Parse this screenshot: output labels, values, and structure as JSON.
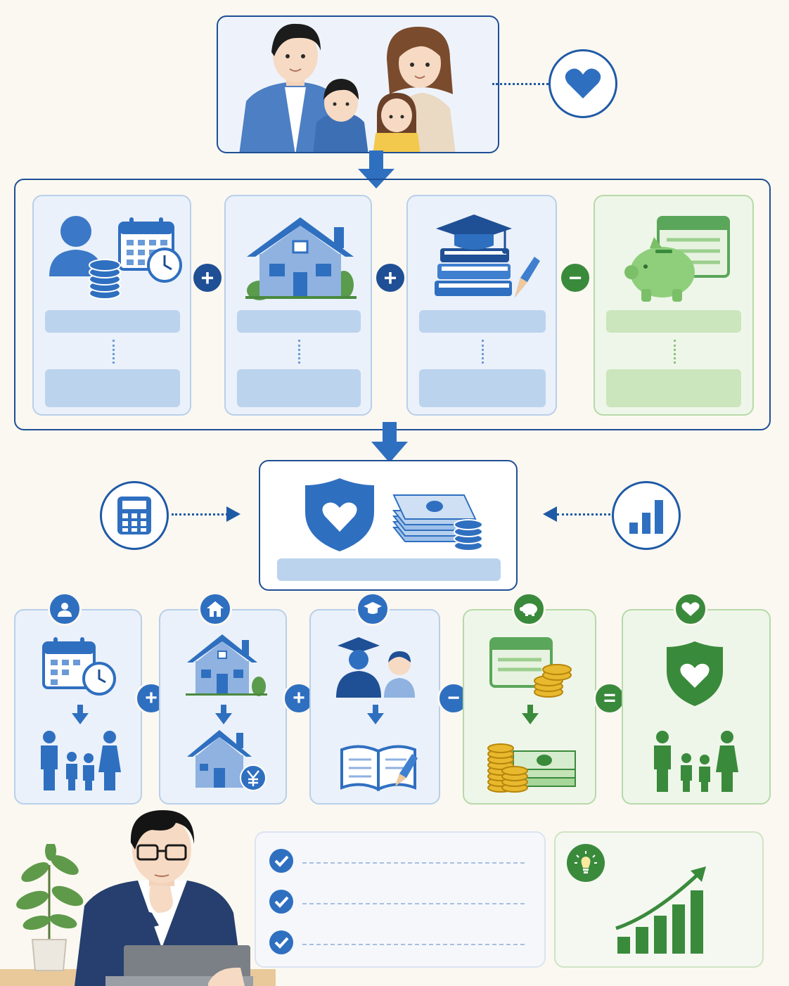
{
  "colors": {
    "blue": "#2f6fc0",
    "dark_blue": "#1f4f95",
    "green": "#3a8a3c",
    "light_blue": "#eaf1fa",
    "light_green": "#eef6e9",
    "background": "#fbf8f1"
  },
  "icons": {
    "top": [
      "family-illustration",
      "heart-icon"
    ],
    "needs": [
      "person-icon",
      "calendar-icon",
      "clock-icon",
      "coin-stack-icon",
      "house-icon",
      "graduation-cap-icon",
      "books-icon",
      "pencil-icon",
      "piggy-bank-icon",
      "passbook-icon"
    ],
    "coverage": [
      "shield-heart-icon",
      "cash-stack-icon",
      "calculator-icon",
      "bar-chart-icon"
    ],
    "breakdown": [
      "person-badge-icon",
      "house-badge-icon",
      "graduation-badge-icon",
      "piggy-badge-icon",
      "heart-badge-icon",
      "family-icon",
      "house-yen-icon",
      "student-icon",
      "open-book-icon",
      "coins-icon",
      "shield-heart-icon"
    ],
    "bottom": [
      "man-with-laptop-illustration",
      "plant-icon",
      "check-icon",
      "lightbulb-icon",
      "growth-chart-icon"
    ]
  },
  "operators": {
    "plus": "+",
    "minus": "−",
    "equals": "="
  },
  "checklist_count": 3
}
